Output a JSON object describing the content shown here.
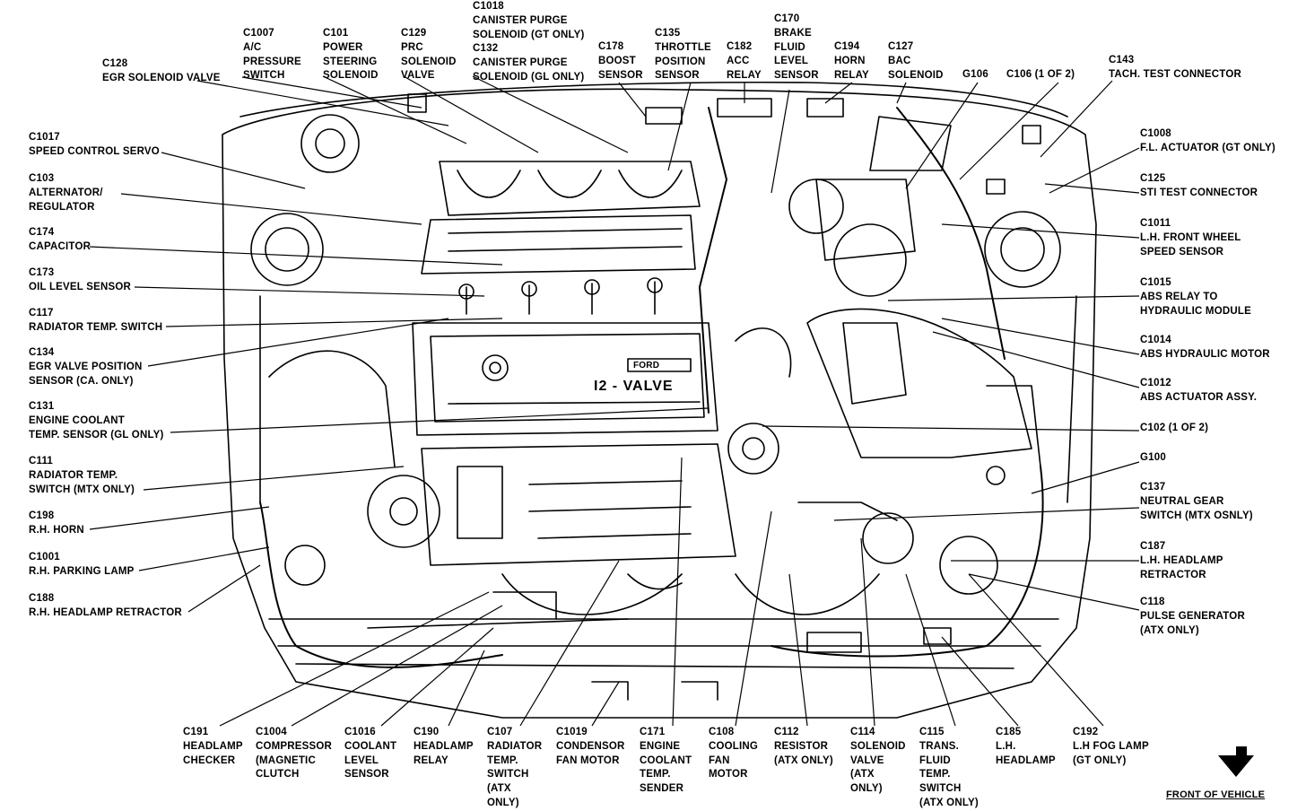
{
  "labels": {
    "c1007": [
      "C1007",
      "A/C",
      "PRESSURE",
      "SWITCH"
    ],
    "c101": [
      "C101",
      "POWER",
      "STEERING",
      "SOLENOID"
    ],
    "c129": [
      "C129",
      "PRC",
      "SOLENOID",
      "VALVE"
    ],
    "c1018": [
      "C1018",
      "CANISTER PURGE",
      "SOLENOID (GT ONLY)",
      "C132",
      "CANISTER PURGE",
      "SOLENOID (GL ONLY)"
    ],
    "c178": [
      "C178",
      "BOOST",
      "SENSOR"
    ],
    "c135": [
      "C135",
      "THROTTLE",
      "POSITION",
      "SENSOR"
    ],
    "c182": [
      "C182",
      "ACC",
      "RELAY"
    ],
    "c170": [
      "C170",
      "BRAKE",
      "FLUID",
      "LEVEL",
      "SENSOR"
    ],
    "c194": [
      "C194",
      "HORN",
      "RELAY"
    ],
    "c127": [
      "C127",
      "BAC",
      "SOLENOID"
    ],
    "g106": [
      "G106"
    ],
    "c106": [
      "C106 (1 OF 2)"
    ],
    "c143": [
      "C143",
      "TACH. TEST CONNECTOR"
    ],
    "c128": [
      "C128",
      "EGR SOLENOID VALVE"
    ],
    "c1017": [
      "C1017",
      "SPEED CONTROL SERVO"
    ],
    "c103": [
      "C103",
      "ALTERNATOR/",
      "REGULATOR"
    ],
    "c174": [
      "C174",
      "CAPACITOR"
    ],
    "c173": [
      "C173",
      "OIL LEVEL SENSOR"
    ],
    "c117": [
      "C117",
      "RADIATOR TEMP. SWITCH"
    ],
    "c134": [
      "C134",
      "EGR VALVE POSITION",
      "SENSOR (CA. ONLY)"
    ],
    "c131": [
      "C131",
      "ENGINE COOLANT",
      "TEMP. SENSOR (GL ONLY)"
    ],
    "c111": [
      "C111",
      "RADIATOR TEMP.",
      "SWITCH (MTX ONLY)"
    ],
    "c198": [
      "C198",
      "R.H. HORN"
    ],
    "c1001": [
      "C1001",
      "R.H. PARKING LAMP"
    ],
    "c188": [
      "C188",
      "R.H. HEADLAMP RETRACTOR"
    ],
    "c1008": [
      "C1008",
      "F.L. ACTUATOR (GT ONLY)"
    ],
    "c125": [
      "C125",
      "STI TEST CONNECTOR"
    ],
    "c1011": [
      "C1011",
      "L.H. FRONT WHEEL",
      "SPEED SENSOR"
    ],
    "c1015": [
      "C1015",
      "ABS RELAY TO",
      "HYDRAULIC MODULE"
    ],
    "c1014": [
      "C1014",
      "ABS HYDRAULIC MOTOR"
    ],
    "c1012": [
      "C1012",
      "ABS ACTUATOR ASSY."
    ],
    "c102": [
      "C102 (1 OF 2)"
    ],
    "g100": [
      "G100"
    ],
    "c137": [
      "C137",
      "NEUTRAL GEAR",
      "SWITCH (MTX OSNLY)"
    ],
    "c187": [
      "C187",
      "L.H. HEADLAMP",
      "RETRACTOR"
    ],
    "c118": [
      "C118",
      "PULSE GENERATOR",
      "(ATX ONLY)"
    ],
    "c191": [
      "C191",
      "HEADLAMP",
      "CHECKER"
    ],
    "c1004": [
      "C1004",
      "COMPRESSOR",
      "(MAGNETIC",
      "CLUTCH"
    ],
    "c1016": [
      "C1016",
      "COOLANT",
      "LEVEL",
      "SENSOR"
    ],
    "c190": [
      "C190",
      "HEADLAMP",
      "RELAY"
    ],
    "c107": [
      "C107",
      "RADIATOR",
      "TEMP.",
      "SWITCH",
      "(ATX",
      "ONLY)"
    ],
    "c1019": [
      "C1019",
      "CONDENSOR",
      "FAN MOTOR"
    ],
    "c171": [
      "C171",
      "ENGINE",
      "COOLANT",
      "TEMP.",
      "SENDER"
    ],
    "c108": [
      "C108",
      "COOLING",
      "FAN",
      "MOTOR"
    ],
    "c112": [
      "C112",
      "RESISTOR",
      "(ATX ONLY)"
    ],
    "c114": [
      "C114",
      "SOLENOID",
      "VALVE",
      "(ATX",
      "ONLY)"
    ],
    "c115": [
      "C115",
      "TRANS.",
      "FLUID",
      "TEMP.",
      "SWITCH",
      "(ATX ONLY)"
    ],
    "c185": [
      "C185",
      "L.H.",
      "HEADLAMP"
    ],
    "c192": [
      "C192",
      "L.H FOG LAMP",
      "(GT ONLY)"
    ]
  },
  "engine_text": {
    "brand": "FORD",
    "valve": "I2 - VALVE"
  },
  "footer": {
    "front_of_vehicle": "FRONT OF VEHICLE",
    "arrow_icon": "down-arrow-icon"
  },
  "colors": {
    "ink": "#000000",
    "paper": "#ffffff"
  }
}
